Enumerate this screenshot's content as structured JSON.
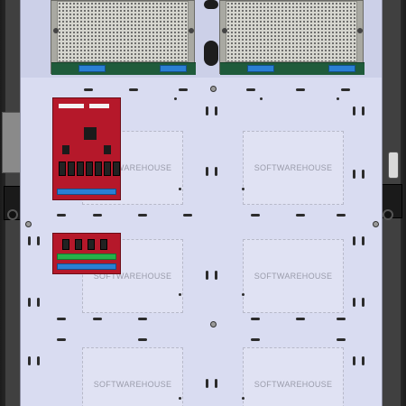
{
  "layout": {
    "zone_label": "SOFTWAREHOUSE"
  },
  "zones": [
    {
      "label": "SOFTWAREHOUSE"
    },
    {
      "label": "SOFTWAREHOUSE"
    },
    {
      "label": "SOFTWAREHOUSE"
    },
    {
      "label": "SOFTWAREHOUSE"
    },
    {
      "label": "SOFTWAREHOUSE"
    },
    {
      "label": "SOFTWAREHOUSE"
    }
  ],
  "colors": {
    "backplate": "#d9dcf1",
    "enclosure": "#2a2a2a",
    "board_red": "#b5182a",
    "terminal_blue": "#2a7fd4",
    "terminal_green": "#26b14a",
    "pcb_green": "#1f5b3b"
  },
  "icons": [
    "power-switch-icon",
    "mount-knob-icon"
  ]
}
